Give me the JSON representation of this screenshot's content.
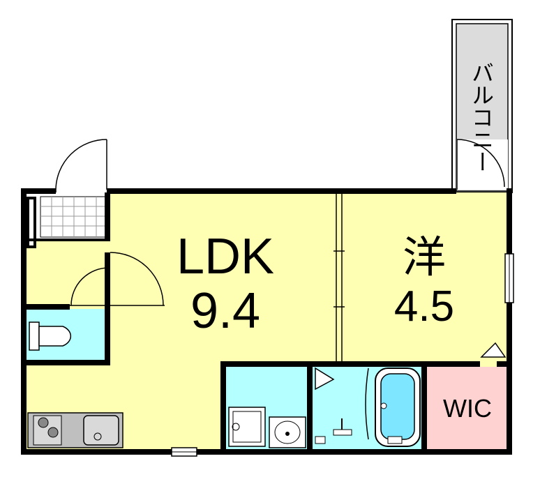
{
  "rooms": {
    "ldk_name": "LDK",
    "ldk_size": "9.4",
    "western_name": "洋",
    "western_size": "4.5",
    "wic": "WIC",
    "balcony": "バルコニー"
  },
  "colors": {
    "wall": "#000000",
    "living": "#ffffb4",
    "wet": "#b4ffff",
    "wic": "#ffd2d2",
    "balcony": "#dcdcdc",
    "entry": "#ffffff",
    "fixture": "#bfbfbf"
  }
}
